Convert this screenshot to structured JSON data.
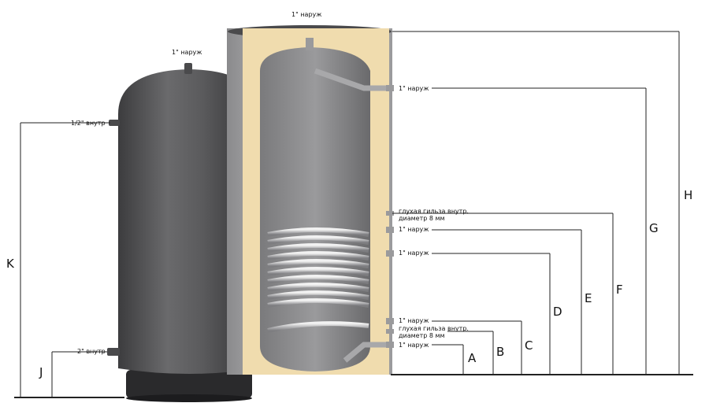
{
  "labels": {
    "top_cut": "1\" наруж",
    "top_left": "1\" наруж",
    "k_conn": "1/2\" внутр",
    "j_conn": "2\" внутр",
    "upper_out": "1\" наруж",
    "sleeve1_a": "глухая гильза внутр.",
    "sleeve1_b": "диаметр 8 мм",
    "coil_in": "1\" наруж",
    "mid_out": "1\" наруж",
    "coil_out": "1\" наруж",
    "sleeve2_a": "глухая гильза внутр.",
    "sleeve2_b": "диаметр 8 мм",
    "bottom_in": "1\" наруж"
  },
  "dimensions": {
    "A": "A",
    "B": "B",
    "C": "C",
    "D": "D",
    "E": "E",
    "F": "F",
    "G": "G",
    "H": "H",
    "J": "J",
    "K": "K"
  },
  "colors": {
    "tank_body": "#5a5a5c",
    "insulation": "#f0dcae",
    "interior": "#8a8a8c",
    "coil": "#c9c9cb",
    "nozzle": "#9a9a9c"
  }
}
